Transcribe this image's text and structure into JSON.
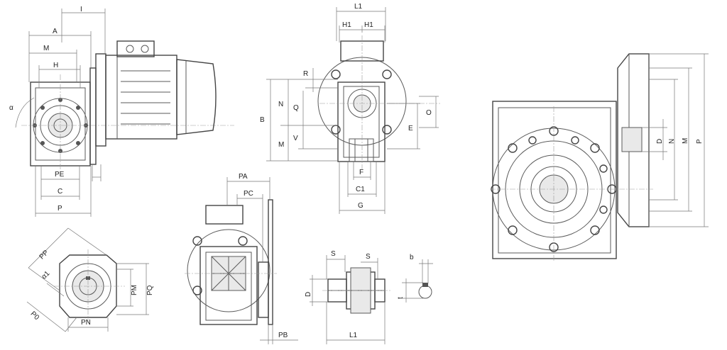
{
  "labels": {
    "l_I": "I",
    "l_A": "A",
    "l_M": "M",
    "l_H": "H",
    "l_alpha": "α",
    "l_PE": "PE",
    "l_C": "C",
    "l_P": "P",
    "l_L1": "L1",
    "l_H1a": "H1",
    "l_H1b": "H1",
    "l_R": "R",
    "l_B": "B",
    "l_N": "N",
    "l_Q": "Q",
    "l_O": "O",
    "l_E": "E",
    "l_M2": "M",
    "l_V": "V",
    "l_F": "F",
    "l_C1": "C1",
    "l_G": "G",
    "l_PA": "PA",
    "l_PC": "PC",
    "l_PB": "PB",
    "l_PP": "PP",
    "l_a1": "α1",
    "l_P0": "P0",
    "l_PM": "PM",
    "l_PQ": "PQ",
    "l_PN": "PN",
    "l_S1": "S",
    "l_S2": "S",
    "l_D": "D",
    "l_L1b": "L1",
    "l_b": "b",
    "l_t": "t",
    "l_D2": "D",
    "l_N2": "N",
    "l_M3": "M",
    "l_P2": "P"
  }
}
